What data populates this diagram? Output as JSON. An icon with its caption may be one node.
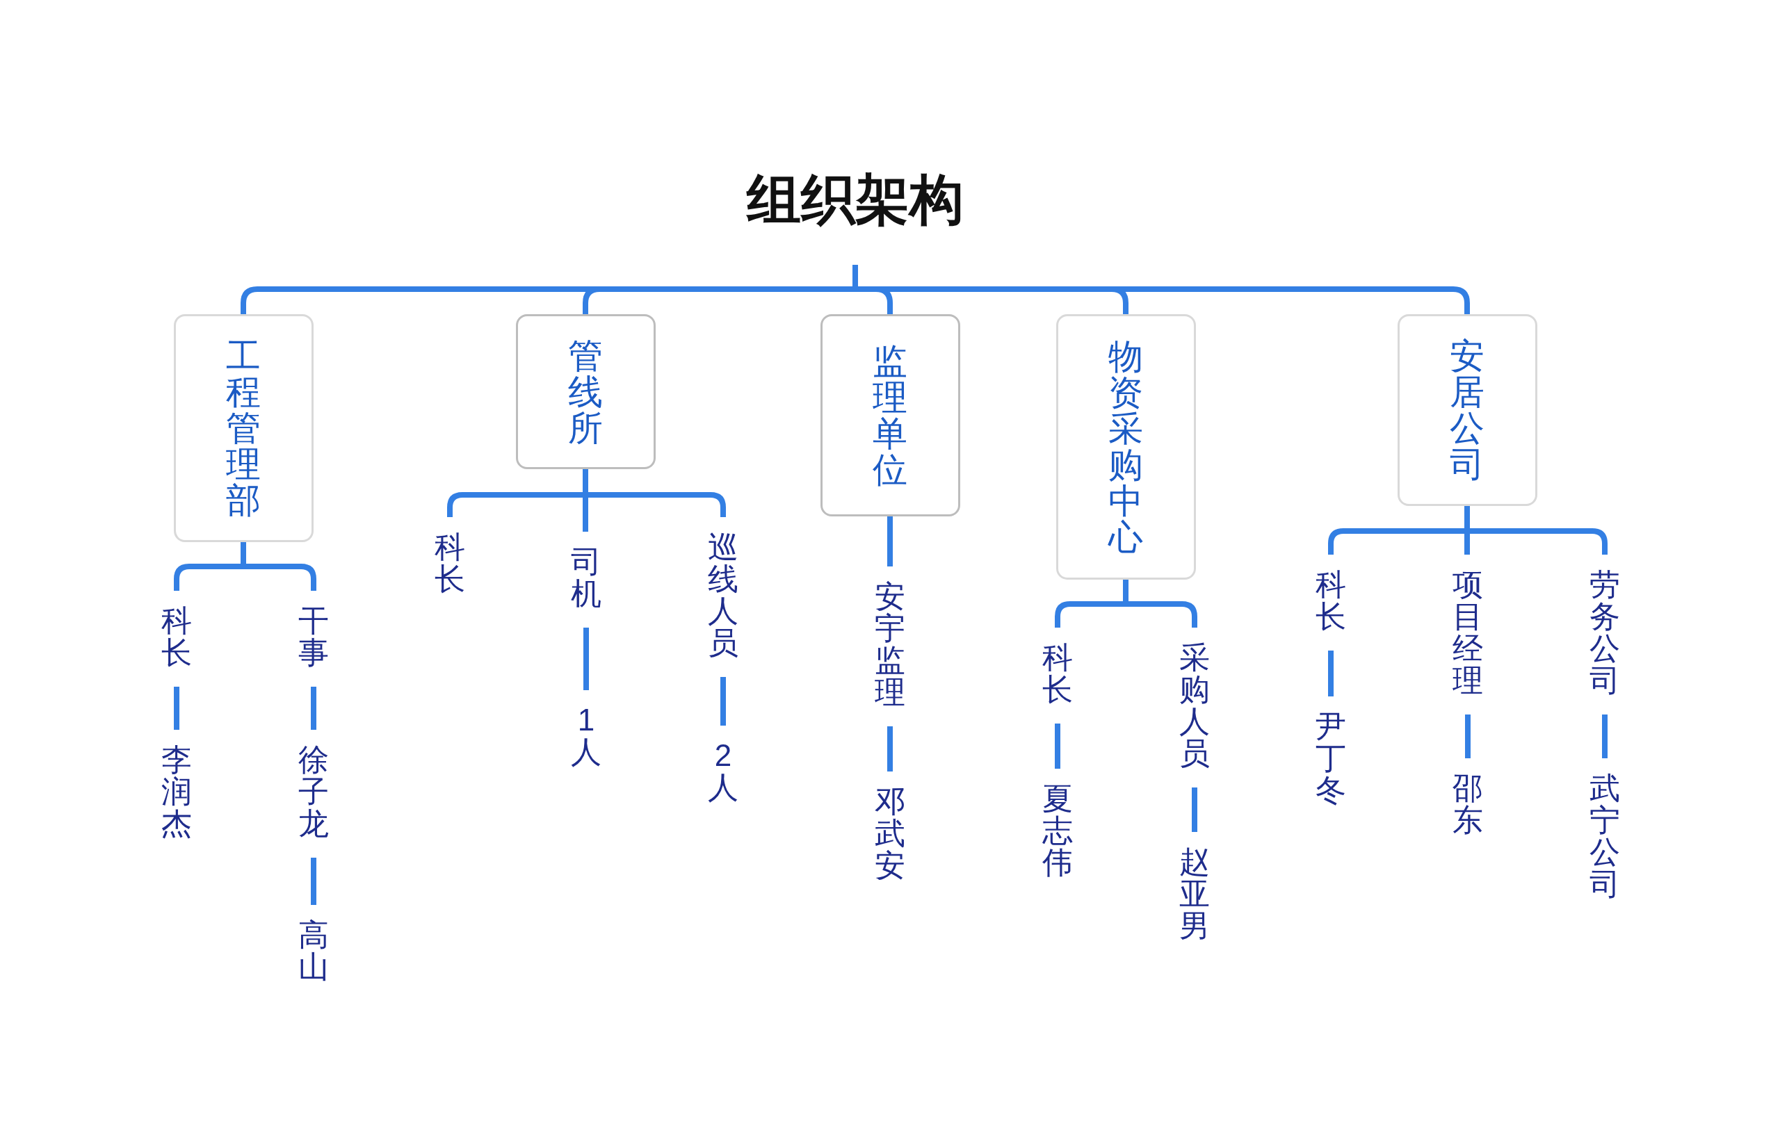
{
  "diagram": {
    "nodes": [
      {
        "text": [
          "组织架构"
        ]
      },
      {
        "text": [
          "工程管理部"
        ]
      },
      {
        "text": [
          "科长"
        ]
      },
      {
        "text": [
          "李润杰"
        ]
      },
      {
        "text": [
          "干事"
        ]
      },
      {
        "text": [
          "徐子龙"
        ]
      },
      {
        "text": [
          "高山"
        ]
      },
      {
        "text": [
          "管线所"
        ]
      },
      {
        "text": [
          "科长"
        ]
      },
      {
        "text": [
          "司机"
        ]
      },
      {
        "text": [
          "1人"
        ]
      },
      {
        "text": [
          "巡线人员"
        ]
      },
      {
        "text": [
          "2人"
        ]
      },
      {
        "text": [
          "监理单位"
        ]
      },
      {
        "text": [
          "安宇监理"
        ]
      },
      {
        "text": [
          "邓武安"
        ]
      },
      {
        "text": [
          "物资采购中心"
        ]
      },
      {
        "text": [
          "科长"
        ]
      },
      {
        "text": [
          "夏志伟"
        ]
      },
      {
        "text": [
          "采购人员"
        ]
      },
      {
        "text": [
          "赵亚男"
        ]
      },
      {
        "text": [
          "安居公司"
        ]
      },
      {
        "text": [
          "科长"
        ]
      },
      {
        "text": [
          "尹丁冬"
        ]
      },
      {
        "text": [
          "项目经理"
        ]
      },
      {
        "text": [
          "邵东"
        ]
      },
      {
        "text": [
          "劳务公司"
        ]
      },
      {
        "text": [
          "武宁公司"
        ]
      }
    ],
    "edges": [
      {
        "from": 0,
        "to": 1,
        "arrow": "none"
      },
      {
        "from": 0,
        "to": 7,
        "arrow": "none"
      },
      {
        "from": 0,
        "to": 13,
        "arrow": "none"
      },
      {
        "from": 0,
        "to": 16,
        "arrow": "none"
      },
      {
        "from": 0,
        "to": 21,
        "arrow": "none"
      },
      {
        "from": 1,
        "to": 2,
        "arrow": "none"
      },
      {
        "from": 1,
        "to": 4,
        "arrow": "none"
      },
      {
        "from": 2,
        "to": 3,
        "arrow": "none"
      },
      {
        "from": 4,
        "to": 5,
        "arrow": "none"
      },
      {
        "from": 5,
        "to": 6,
        "arrow": "none"
      },
      {
        "from": 7,
        "to": 8,
        "arrow": "none"
      },
      {
        "from": 7,
        "to": 9,
        "arrow": "none"
      },
      {
        "from": 7,
        "to": 11,
        "arrow": "none"
      },
      {
        "from": 9,
        "to": 10,
        "arrow": "none"
      },
      {
        "from": 11,
        "to": 12,
        "arrow": "none"
      },
      {
        "from": 13,
        "to": 14,
        "arrow": "none"
      },
      {
        "from": 14,
        "to": 15,
        "arrow": "none"
      },
      {
        "from": 16,
        "to": 17,
        "arrow": "none"
      },
      {
        "from": 16,
        "to": 19,
        "arrow": "none"
      },
      {
        "from": 17,
        "to": 18,
        "arrow": "none"
      },
      {
        "from": 19,
        "to": 20,
        "arrow": "none"
      },
      {
        "from": 21,
        "to": 22,
        "arrow": "none"
      },
      {
        "from": 21,
        "to": 24,
        "arrow": "none"
      },
      {
        "from": 21,
        "to": 26,
        "arrow": "none"
      },
      {
        "from": 22,
        "to": 23,
        "arrow": "none"
      },
      {
        "from": 24,
        "to": 25,
        "arrow": "none"
      },
      {
        "from": 26,
        "to": 27,
        "arrow": "none"
      }
    ]
  }
}
